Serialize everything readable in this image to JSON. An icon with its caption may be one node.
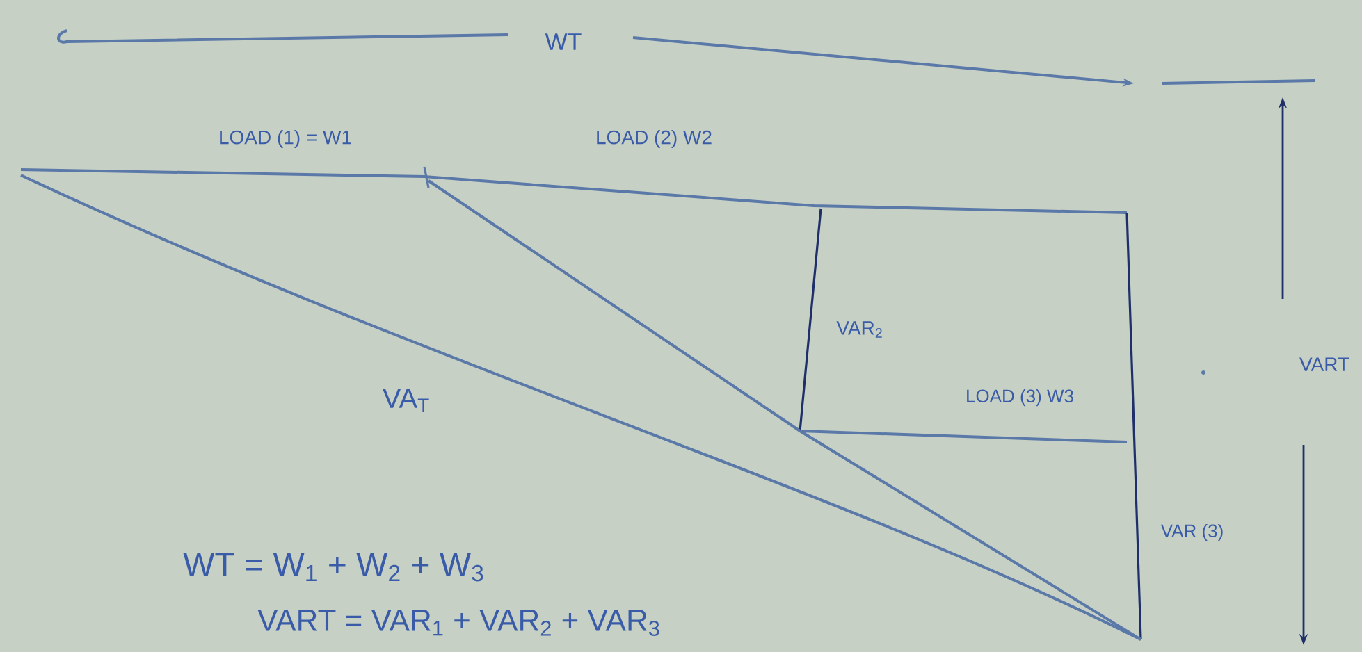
{
  "diagram": {
    "labels": [
      "WT",
      "LOAD (1) = W1",
      "LOAD (2) W2",
      "VAR$_{2}$",
      "VA$_{T}$",
      "VART",
      "LOAD (3) W3",
      "VAR (3)",
      "WT = W$_{1}$ + W$_{2}$ + W$_{3}$",
      "VART = VAR$_{1}$ + VAR$_{2}$ + VAR$_{3}$"
    ]
  }
}
